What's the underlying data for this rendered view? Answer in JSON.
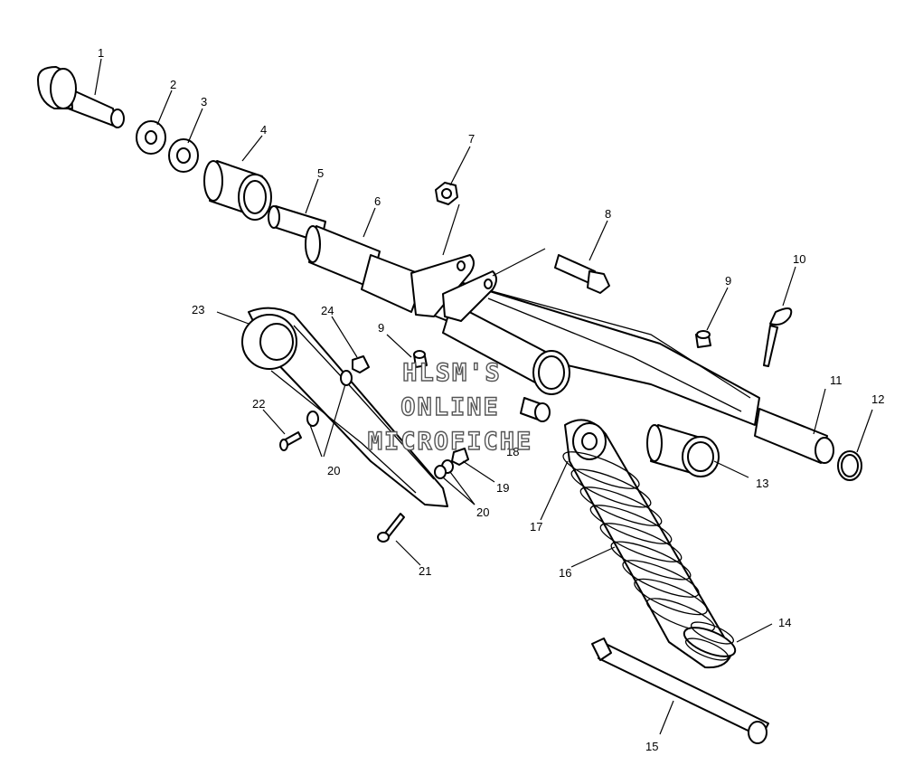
{
  "callouts": {
    "c1": "1",
    "c2": "2",
    "c3": "3",
    "c4": "4",
    "c5": "5",
    "c6": "6",
    "c7": "7",
    "c8": "8",
    "c9a": "9",
    "c9b": "9",
    "c10": "10",
    "c11": "11",
    "c12": "12",
    "c13": "13",
    "c14": "14",
    "c15": "15",
    "c16": "16",
    "c17": "17",
    "c18": "18",
    "c19": "19",
    "c20a": "20",
    "c20b": "20",
    "c21": "21",
    "c22": "22",
    "c23": "23",
    "c24": "24"
  },
  "watermark": {
    "line1": "HLSM'S",
    "line2": "ONLINE",
    "line3": "MICROFICHE"
  }
}
